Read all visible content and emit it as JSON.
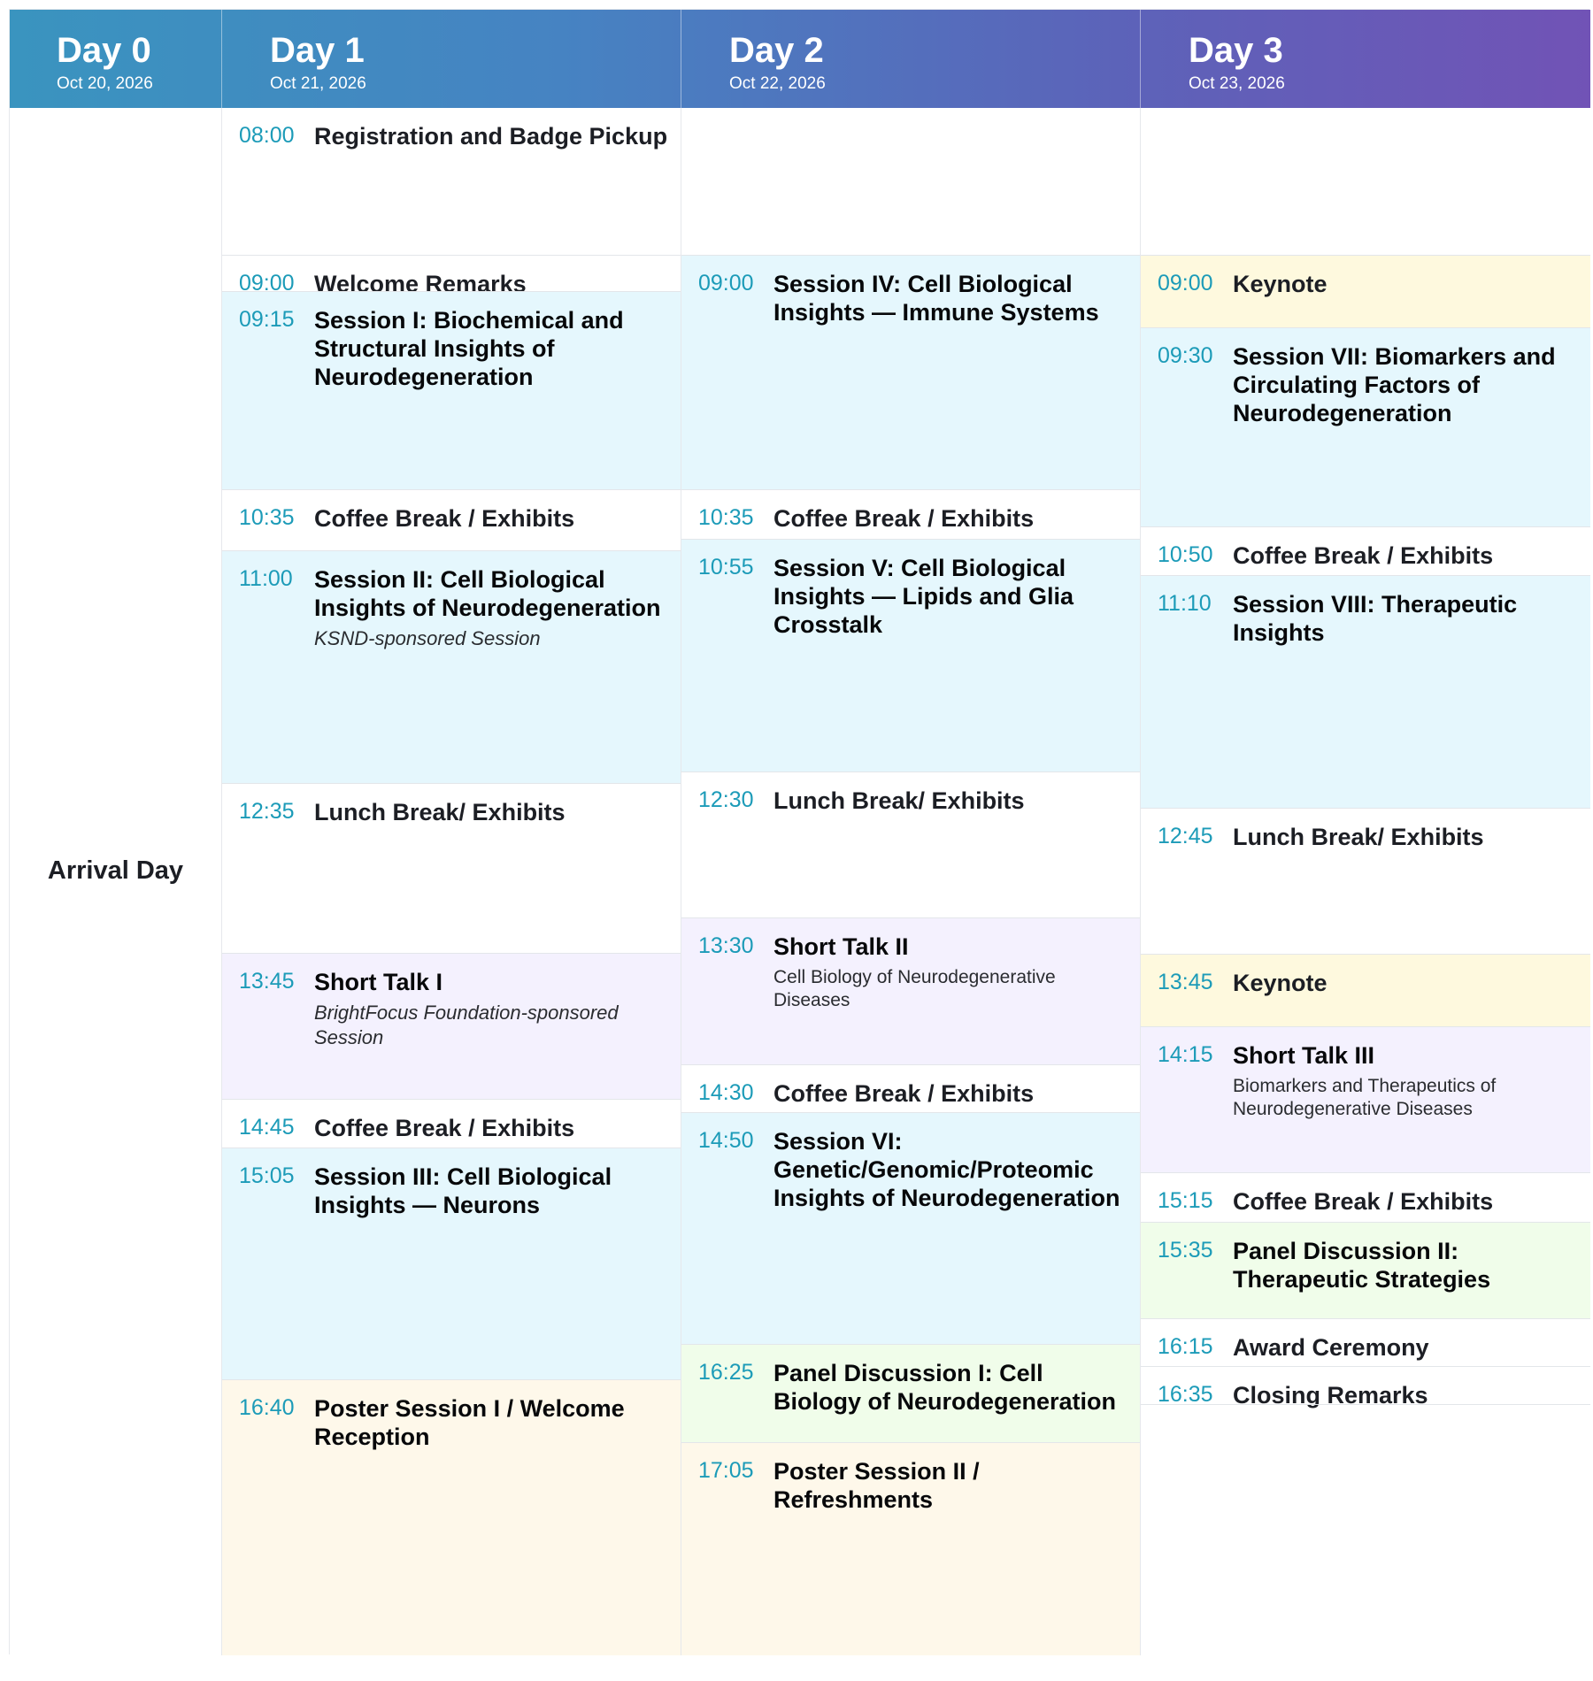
{
  "days": [
    {
      "title": "Day 0",
      "date": "Oct 20, 2026"
    },
    {
      "title": "Day 1",
      "date": "Oct 21, 2026"
    },
    {
      "title": "Day 2",
      "date": "Oct 22, 2026"
    },
    {
      "title": "Day 3",
      "date": "Oct 23, 2026"
    }
  ],
  "arrival_label": "Arrival Day",
  "columns": [
    {
      "events": [
        {
          "time": "08:00",
          "title": "Registration and Badge Pickup",
          "color": "#ffffff"
        },
        {
          "time": "09:00",
          "title": "Welcome Remarks",
          "color": "#ffffff"
        },
        {
          "time": "09:15",
          "title": "Session I: Biochemical and Structural Insights of Neurodegeneration",
          "color": "#e5f7fd"
        },
        {
          "time": "10:35",
          "title": "Coffee Break / Exhibits",
          "color": "#ffffff"
        },
        {
          "time": "11:00",
          "title": "Session II: Cell Biological Insights of Neurodegeneration",
          "subtitle": "KSND-sponsored Session",
          "color": "#e5f7fd"
        },
        {
          "time": "12:35",
          "title": "Lunch Break/ Exhibits",
          "color": "#ffffff"
        },
        {
          "time": "13:45",
          "title": "Short Talk I",
          "subtitle": "BrightFocus Foundation-sponsored Session",
          "color": "#f4f1fe"
        },
        {
          "time": "14:45",
          "title": "Coffee Break / Exhibits",
          "color": "#ffffff"
        },
        {
          "time": "15:05",
          "title": "Session III: Cell Biological Insights — Neurons",
          "color": "#e5f7fd"
        },
        {
          "time": "16:40",
          "title": "Poster Session I / Welcome Reception",
          "color": "#fef8ea"
        }
      ]
    },
    {
      "events": [
        {
          "time": "09:00",
          "title": "Session IV: Cell Biological Insights — Immune Systems",
          "color": "#e5f7fd"
        },
        {
          "time": "10:35",
          "title": "Coffee Break / Exhibits",
          "color": "#ffffff"
        },
        {
          "time": "10:55",
          "title": "Session V: Cell Biological Insights — Lipids and Glia Crosstalk",
          "color": "#e5f7fd"
        },
        {
          "time": "12:30",
          "title": "Lunch Break/ Exhibits",
          "color": "#ffffff"
        },
        {
          "time": "13:30",
          "title": "Short Talk II",
          "description": "Cell Biology of Neurodegenerative Diseases",
          "color": "#f4f1fe"
        },
        {
          "time": "14:30",
          "title": "Coffee Break / Exhibits",
          "color": "#ffffff"
        },
        {
          "time": "14:50",
          "title": "Session VI: Genetic/Genomic/Proteomic Insights of Neurodegeneration",
          "color": "#e5f7fd"
        },
        {
          "time": "16:25",
          "title": "Panel Discussion I: Cell Biology of Neurodegeneration",
          "color": "#f0fdea"
        },
        {
          "time": "17:05",
          "title": "Poster Session II / Refreshments",
          "color": "#fef8ea"
        }
      ]
    },
    {
      "events": [
        {
          "time": "09:00",
          "title": "Keynote",
          "color": "#fef9de"
        },
        {
          "time": "09:30",
          "title": "Session VII: Biomarkers and Circulating Factors of Neurodegeneration",
          "color": "#e5f7fd"
        },
        {
          "time": "10:50",
          "title": "Coffee Break / Exhibits",
          "color": "#ffffff"
        },
        {
          "time": "11:10",
          "title": "Session VIII: Therapeutic Insights",
          "color": "#e5f7fd"
        },
        {
          "time": "12:45",
          "title": "Lunch Break/ Exhibits",
          "color": "#ffffff"
        },
        {
          "time": "13:45",
          "title": "Keynote",
          "color": "#fef9de"
        },
        {
          "time": "14:15",
          "title": "Short Talk III",
          "description": "Biomarkers and Therapeutics of Neurodegenerative Diseases",
          "color": "#f4f1fe"
        },
        {
          "time": "15:15",
          "title": "Coffee Break / Exhibits",
          "color": "#ffffff"
        },
        {
          "time": "15:35",
          "title": "Panel Discussion II: Therapeutic Strategies",
          "color": "#f0fdea"
        },
        {
          "time": "16:15",
          "title": "Award Ceremony",
          "color": "#ffffff"
        },
        {
          "time": "16:35",
          "title": "Closing Remarks",
          "color": "#ffffff"
        }
      ]
    }
  ]
}
